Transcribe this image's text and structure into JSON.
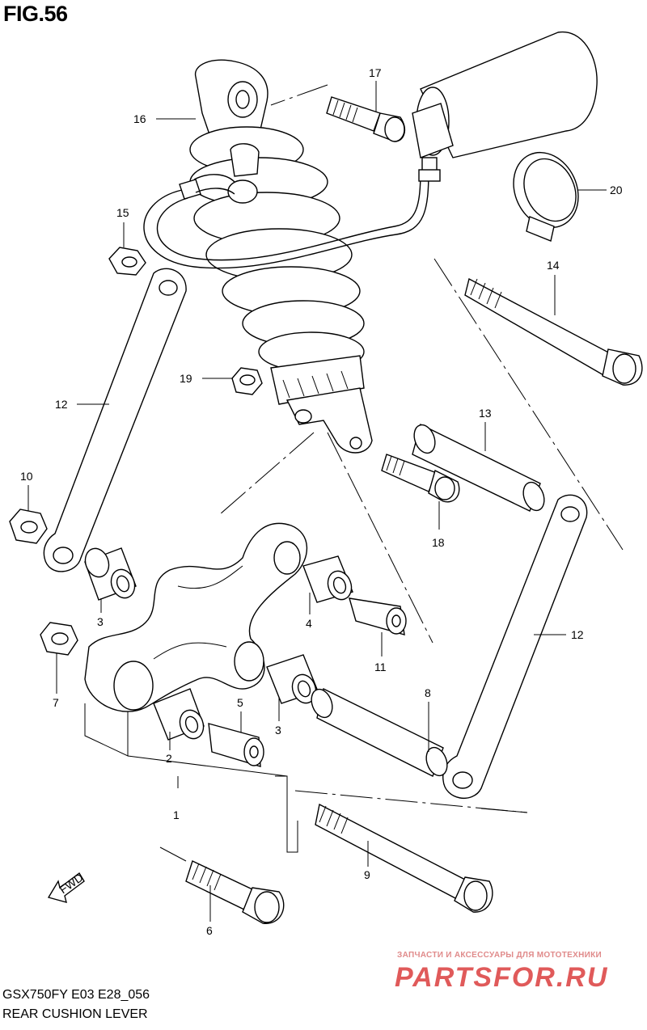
{
  "figure": {
    "title": "FIG.56",
    "model_code": "GSX750FY E03 E28_056",
    "caption": "REAR CUSHION LEVER"
  },
  "watermark": {
    "tagline": "ЗАПЧАСТИ И АКСЕССУАРЫ ДЛЯ МОТОТЕХНИКИ",
    "brand": "PARTSFOR.RU"
  },
  "direction_arrow": {
    "label": "FWD"
  },
  "callouts": [
    {
      "id": "c17",
      "number": "17"
    },
    {
      "id": "c16",
      "number": "16"
    },
    {
      "id": "c20",
      "number": "20"
    },
    {
      "id": "c15",
      "number": "15"
    },
    {
      "id": "c14",
      "number": "14"
    },
    {
      "id": "c19",
      "number": "19"
    },
    {
      "id": "c12a",
      "number": "12"
    },
    {
      "id": "c13",
      "number": "13"
    },
    {
      "id": "c10",
      "number": "10"
    },
    {
      "id": "c18",
      "number": "18"
    },
    {
      "id": "c3a",
      "number": "3"
    },
    {
      "id": "c4",
      "number": "4"
    },
    {
      "id": "c11",
      "number": "11"
    },
    {
      "id": "c12b",
      "number": "12"
    },
    {
      "id": "c7",
      "number": "7"
    },
    {
      "id": "c5",
      "number": "5"
    },
    {
      "id": "c3b",
      "number": "3"
    },
    {
      "id": "c8",
      "number": "8"
    },
    {
      "id": "c2",
      "number": "2"
    },
    {
      "id": "c1",
      "number": "1"
    },
    {
      "id": "c9",
      "number": "9"
    },
    {
      "id": "c6",
      "number": "6"
    }
  ]
}
